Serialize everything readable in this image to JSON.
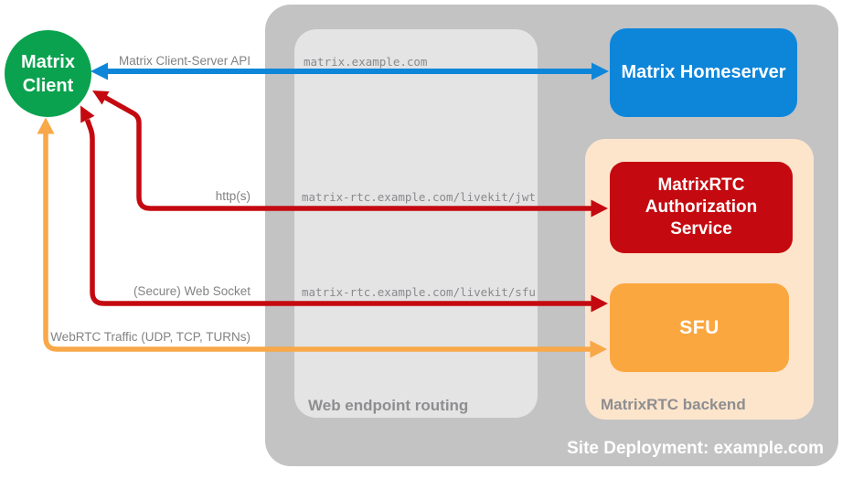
{
  "diagram": {
    "title": "Site Deployment: example.com",
    "colors": {
      "client_green": "#0aa24e",
      "homeserver_blue": "#0d86da",
      "auth_red": "#c40a10",
      "sfu_orange": "#fba73f",
      "backend_peach": "#fde5cc",
      "outer_gray": "#c3c3c4",
      "routing_gray": "#e4e4e5",
      "label_gray": "#828285"
    }
  },
  "nodes": {
    "client": {
      "label": "Matrix\nClient"
    },
    "homeserver": {
      "label": "Matrix Homeserver"
    },
    "auth_service": {
      "label": "MatrixRTC Authorization Service"
    },
    "sfu": {
      "label": "SFU"
    }
  },
  "routing": {
    "title": "Web endpoint routing",
    "endpoints": [
      "matrix.example.com",
      "matrix-rtc.example.com/livekit/jwt",
      "matrix-rtc.example.com/livekit/sfu"
    ]
  },
  "backend": {
    "title": "MatrixRTC backend"
  },
  "deployment": {
    "title": "Site Deployment: example.com"
  },
  "arrows": [
    {
      "id": "client-server-api",
      "label": "Matrix Client-Server API",
      "color": "#0d86da",
      "from": "Matrix Client",
      "to": "Matrix Homeserver",
      "bidirectional": true
    },
    {
      "id": "https",
      "label": "http(s)",
      "color": "#c40a10",
      "from": "Matrix Client",
      "to": "MatrixRTC Authorization Service",
      "bidirectional": true
    },
    {
      "id": "secure-web-socket",
      "label": "(Secure) Web Socket",
      "color": "#c40a10",
      "from": "Matrix Client",
      "to": "SFU",
      "bidirectional": true
    },
    {
      "id": "webrtc-traffic",
      "label": "WebRTC Traffic (UDP, TCP, TURNs)",
      "color": "#f8a848",
      "from": "Matrix Client",
      "to": "SFU",
      "bidirectional": true
    }
  ]
}
